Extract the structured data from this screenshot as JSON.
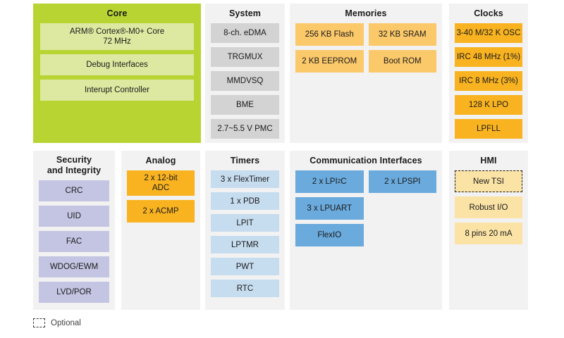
{
  "diagram": {
    "legend": {
      "optional_label": "Optional",
      "swatch_style": "dashed-border-square"
    },
    "colors": {
      "panel_background": "#f2f2f2",
      "core_panel": "#b7d433",
      "core_block": "#dde9a0",
      "system_block": "#d3d3d3",
      "memory_block": "#fbc96a",
      "clock_block": "#f9b320",
      "security_block": "#c3c5e2",
      "analog_block": "#f9b320",
      "timer_block": "#c6dcef",
      "comm_block": "#6aaadc",
      "hmi_block": "#fbe3a6",
      "optional_border": "#1a1a1a"
    },
    "sections": {
      "core": {
        "title": "Core",
        "blocks": [
          {
            "label": "ARM® Cortex®-M0+ Core\n72 MHz",
            "line1": "ARM® Cortex®-M0+ Core",
            "line2": "72 MHz"
          },
          {
            "label": "Debug Interfaces"
          },
          {
            "label": "Interupt Controller"
          }
        ]
      },
      "system": {
        "title": "System",
        "blocks": [
          {
            "label": "8-ch. eDMA"
          },
          {
            "label": "TRGMUX"
          },
          {
            "label": "MMDVSQ"
          },
          {
            "label": "BME"
          },
          {
            "label": "2.7~5.5 V PMC"
          }
        ]
      },
      "memories": {
        "title": "Memories",
        "rows": [
          [
            {
              "label": "256 KB Flash"
            },
            {
              "label": "32 KB SRAM"
            }
          ],
          [
            {
              "label": "2 KB EEPROM"
            },
            {
              "label": "Boot ROM"
            }
          ]
        ]
      },
      "clocks": {
        "title": "Clocks",
        "blocks": [
          {
            "label": "3-40 M/32 K OSC"
          },
          {
            "label": "IRC 48 MHz (1%)"
          },
          {
            "label": "IRC 8 MHz (3%)"
          },
          {
            "label": "128 K LPO"
          },
          {
            "label": "LPFLL"
          }
        ]
      },
      "security": {
        "title": "Security\nand Integrity",
        "title_line1": "Security",
        "title_line2": "and Integrity",
        "blocks": [
          {
            "label": "CRC"
          },
          {
            "label": "UID"
          },
          {
            "label": "FAC"
          },
          {
            "label": "WDOG/EWM"
          },
          {
            "label": "LVD/POR"
          }
        ]
      },
      "analog": {
        "title": "Analog",
        "blocks": [
          {
            "label": "2 x 12-bit\nADC",
            "line1": "2 x 12-bit",
            "line2": "ADC"
          },
          {
            "label": "2 x ACMP"
          }
        ]
      },
      "timers": {
        "title": "Timers",
        "blocks": [
          {
            "label": "3 x FlexTimer"
          },
          {
            "label": "1 x PDB"
          },
          {
            "label": "LPIT"
          },
          {
            "label": "LPTMR"
          },
          {
            "label": "PWT"
          },
          {
            "label": "RTC"
          }
        ]
      },
      "communication": {
        "title": "Communication Interfaces",
        "blocks_left": [
          {
            "label": "2 x LPI²C",
            "base": "2 x LPI",
            "sup": "2",
            "tail": "C"
          },
          {
            "label": "3 x LPUART"
          },
          {
            "label": "FlexIO"
          }
        ],
        "blocks_right": [
          {
            "label": "2 x LPSPI"
          }
        ]
      },
      "hmi": {
        "title": "HMI",
        "blocks": [
          {
            "label": "New TSI",
            "optional": true
          },
          {
            "label": "Robust I/O",
            "optional": false
          },
          {
            "label": "8 pins 20 mA",
            "optional": false
          }
        ]
      }
    }
  }
}
